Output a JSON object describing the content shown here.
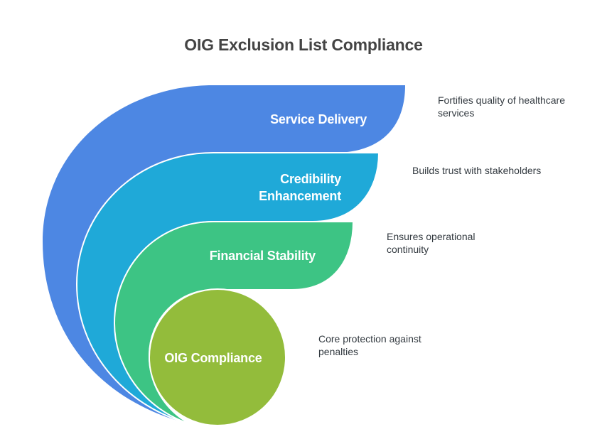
{
  "title": "OIG Exclusion List Compliance",
  "layers": [
    {
      "label": "Service Delivery",
      "label_lines": [
        "Service Delivery"
      ],
      "description": "Fortifies quality of healthcare services",
      "description_lines": [
        "Fortifies quality of healthcare",
        "services"
      ],
      "color": "#4d87e3"
    },
    {
      "label": "Credibility Enhancement",
      "label_lines": [
        "Credibility",
        "Enhancement"
      ],
      "description": "Builds trust with stakeholders",
      "description_lines": [
        "Builds trust with stakeholders"
      ],
      "color": "#1fa9d8"
    },
    {
      "label": "Financial Stability",
      "label_lines": [
        "Financial Stability"
      ],
      "description": "Ensures operational continuity",
      "description_lines": [
        "Ensures operational",
        "continuity"
      ],
      "color": "#3dc484"
    },
    {
      "label": "OIG Compliance",
      "label_lines": [
        "OIG Compliance"
      ],
      "description": "Core protection against penalties",
      "description_lines": [
        "Core protection against",
        "penalties"
      ],
      "color": "#93bc3b"
    }
  ]
}
